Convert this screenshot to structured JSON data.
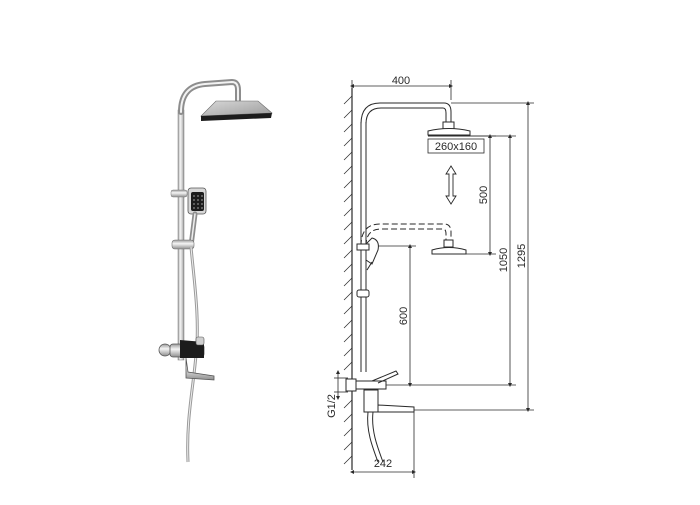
{
  "dimensions": {
    "arm_reach": "400",
    "head_size": "260x160",
    "adjust_travel": "500",
    "height_to_head_low": "1050",
    "height_to_head_high": "1295",
    "handshower_height": "600",
    "inlet_thread": "G1/2",
    "spout_depth": "242"
  },
  "colors": {
    "line": "#2a2a2a",
    "chrome_light": "#f4f4f4",
    "chrome_mid": "#c9c9c9",
    "chrome_dark": "#8a8a8a",
    "black_part": "#1c1c1c",
    "wall_hatch": "#555555"
  },
  "icons": {
    "adjust_arrow": "double-vertical-arrow-icon"
  }
}
